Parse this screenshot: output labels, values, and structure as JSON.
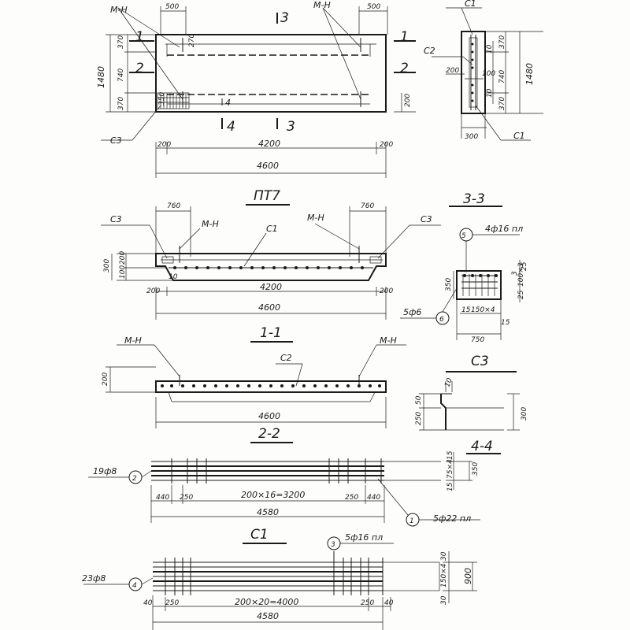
{
  "plan": {
    "mn": "М-Н",
    "dim_500": "500",
    "cut_1": "1",
    "cut_2": "2",
    "cut_3": "3",
    "cut_4": "4",
    "dim_370": "370",
    "dim_740": "740",
    "dim_1480": "1480",
    "dim_270": "270",
    "dim_350": "350",
    "dim_200": "200",
    "c3": "С3",
    "dim_4200": "4200",
    "dim_4600": "4600"
  },
  "section": {
    "c1": "С1",
    "c2": "С2",
    "dim_200": "200",
    "dim_100": "100",
    "dim_10": "10",
    "dim_370": "370",
    "dim_740": "740",
    "dim_1480": "1480",
    "dim_300": "300"
  },
  "pt7": {
    "title": "ПТ7",
    "c3": "С3",
    "dim_760": "760",
    "mn": "М-Н",
    "c1": "С1",
    "dim_300": "300",
    "dim_200": "200",
    "dim_100": "100",
    "dim_10": "10",
    "dim_4200": "4200",
    "dim_4600": "4600"
  },
  "s33": {
    "title": "3-3",
    "callout_5": "5",
    "bars_top": "4ф16 пл",
    "dim_350": "350",
    "dim_25": "25",
    "dim_3": "3",
    "dim_100x3": "100×3",
    "bars_stirrup": "5ф6",
    "callout_6": "6",
    "dim_15": "15",
    "dim_150x4": "150×4",
    "dim_750": "750"
  },
  "s11": {
    "title": "1-1",
    "mn": "М-Н",
    "c2": "С2",
    "dim_200": "200",
    "dim_4600": "4600"
  },
  "c3": {
    "title": "С3",
    "dim_50": "50",
    "dim_250": "250",
    "dim_10": "10",
    "dim_300": "300"
  },
  "s22": {
    "title": "2-2",
    "title_44": "4-4",
    "bars_long": "19ф8",
    "callout_2": "2",
    "dim_440": "440",
    "dim_250": "250",
    "dim_200x16": "200×16=3200",
    "dim_4580": "4580",
    "callout_1": "1",
    "bars_main": "5ф22 пл",
    "dim_15": "15",
    "dim_75x4": "75×4",
    "dim_350": "350"
  },
  "c1": {
    "title": "С1",
    "callout_3": "3",
    "bars_top": "5ф16 пл",
    "bars_long": "23ф8",
    "callout_4": "4",
    "dim_40": "40",
    "dim_250": "250",
    "dim_200x20": "200×20=4000",
    "dim_4580": "4580",
    "dim_30": "30",
    "dim_150x4": "150×4",
    "dim_900": "900"
  }
}
